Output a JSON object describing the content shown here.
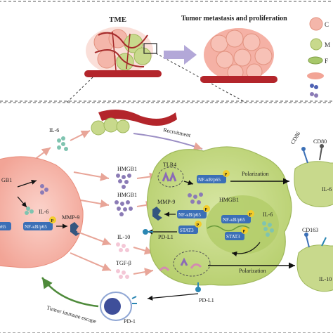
{
  "top_panel": {
    "tme_label": "TME",
    "metastasis_label": "Tumor metastasis and proliferation",
    "legend_fragments": [
      "C",
      "M",
      "F"
    ]
  },
  "labels": {
    "il6_top": "IL-6",
    "recruitment": "Recruitment",
    "hmgb1_a": "HMGB1",
    "hmgb1_b": "HMGB1",
    "hmgb1_left": "GB1",
    "il6_tumor": "IL-6",
    "nfkb_tumor": "NF-κB/p65",
    "p65_left": "p65",
    "mmp9_tumor": "MMP-9",
    "il10": "IL-10",
    "tgfb": "TGF-β",
    "tlr4": "TLR4",
    "nfkb_macro_top": "NF-κB/p65",
    "polarization_top": "Polarization",
    "mmp9_macro": "MMP-9",
    "nfkb_macro_mid": "NF-κB/p65",
    "hmgb1_macro": "HMGB1",
    "nfkb_nucleus": "NF-κB/p65",
    "stat3_a": "STAT3",
    "stat3_b": "STAT3",
    "pdl1_macro": "PD-L1",
    "il6_macro": "IL-6",
    "polarization_bottom": "Polarization",
    "pdl1_bottom": "PD-L1",
    "pd1": "PD-1",
    "immune_escape": "Tumor immune escape",
    "p_badge": "P",
    "cd86": "CD86",
    "cd80": "CD80",
    "il_frag_m1": "IL-6",
    "cd163": "CD163",
    "il10_m2": "IL-10"
  },
  "colors": {
    "tumor_cell": "#f6b3a8",
    "macrophage": "#c9db8f",
    "macrophage_nucleus": "#b3cc6a",
    "hmgb1_dots": "#8b7bb6",
    "il6_dots": "#7fc4b0",
    "nfkb_box": "#3b6fb6",
    "stat3_box": "#3b6fb6",
    "p_badge": "#f3cc2a",
    "arrow_pink": "#e8a598",
    "arrow_green": "#4e8a3a",
    "vessel": "#b3252b",
    "recruit_purple": "#9b8ec4"
  },
  "icons": [
    "tumor-cell-icon",
    "macrophage-icon",
    "t-cell-icon",
    "monocyte-icon",
    "receptor-icon"
  ]
}
